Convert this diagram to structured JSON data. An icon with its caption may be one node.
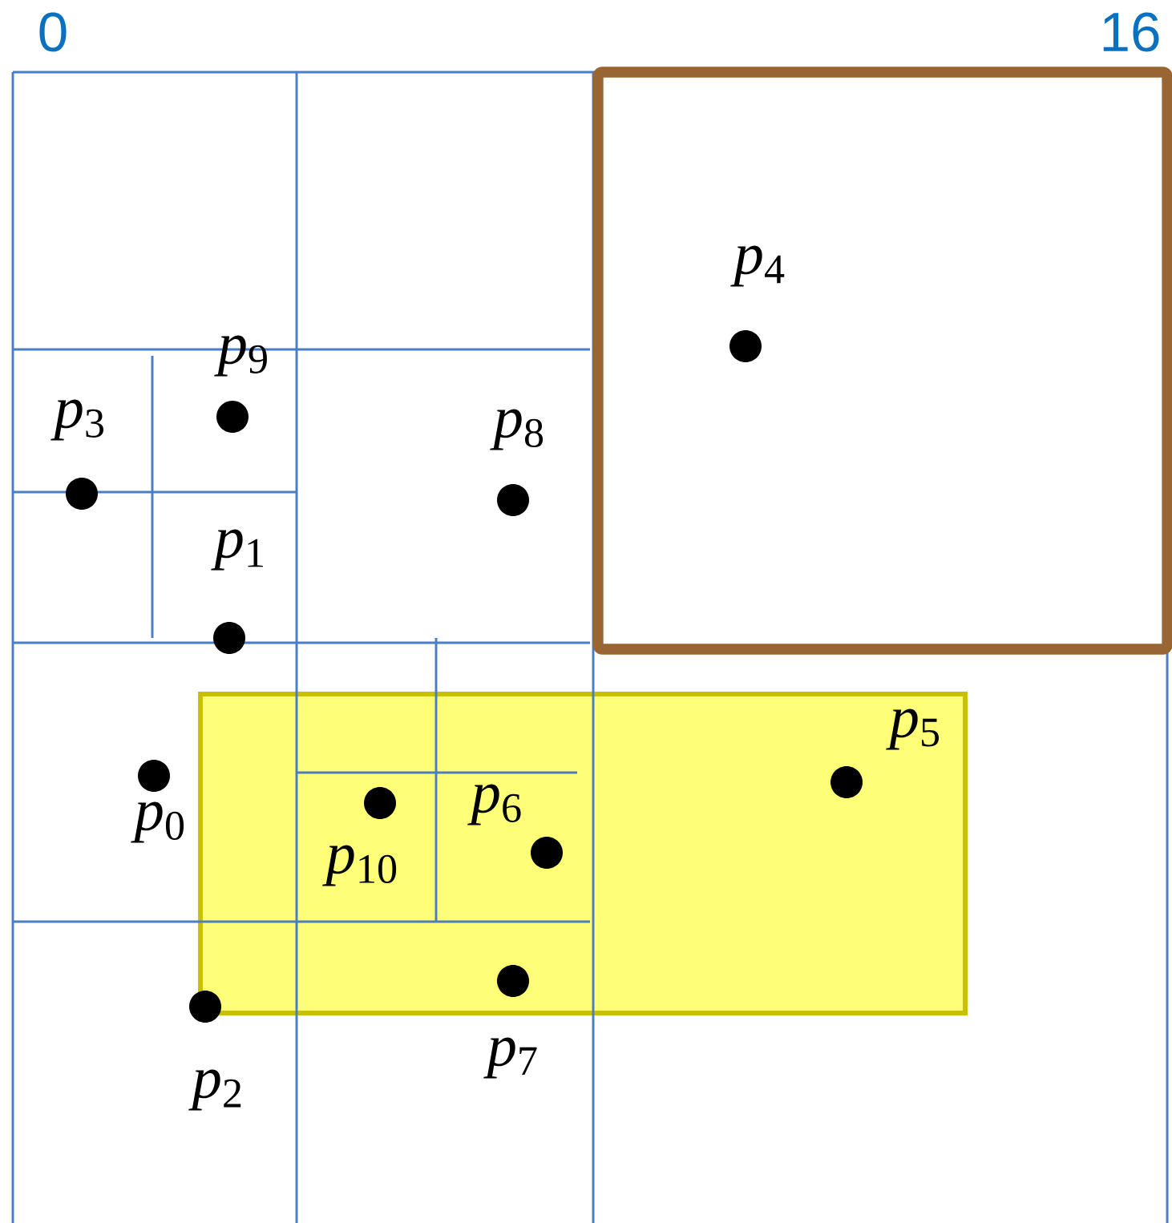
{
  "diagram": {
    "nodes": [
      {
        "text": [],
        "shape": "circle",
        "beside": [
          "*p*$_{0}$"
        ]
      },
      {
        "text": [],
        "shape": "circle",
        "beside": [
          "*p*$_{1}$"
        ]
      },
      {
        "text": [],
        "shape": "circle",
        "beside": [
          "*p*$_{2}$"
        ]
      },
      {
        "text": [],
        "shape": "circle",
        "beside": [
          "*p*$_{3}$"
        ]
      },
      {
        "text": [],
        "shape": "circle",
        "beside": [
          "*p*$_{4}$"
        ]
      },
      {
        "text": [],
        "shape": "circle",
        "beside": [
          "*p*$_{5}$"
        ]
      },
      {
        "text": [],
        "shape": "circle",
        "beside": [
          "*p*$_{6}$"
        ]
      },
      {
        "text": [],
        "shape": "circle",
        "beside": [
          "*p*$_{7}$"
        ]
      },
      {
        "text": [],
        "shape": "circle",
        "beside": [
          "*p*$_{8}$"
        ]
      },
      {
        "text": [],
        "shape": "circle",
        "beside": [
          "*p*$_{9}$"
        ]
      },
      {
        "text": [],
        "shape": "circle",
        "beside": [
          "*p*$_{10}$"
        ]
      }
    ],
    "labels": [
      "0",
      "16"
    ]
  }
}
